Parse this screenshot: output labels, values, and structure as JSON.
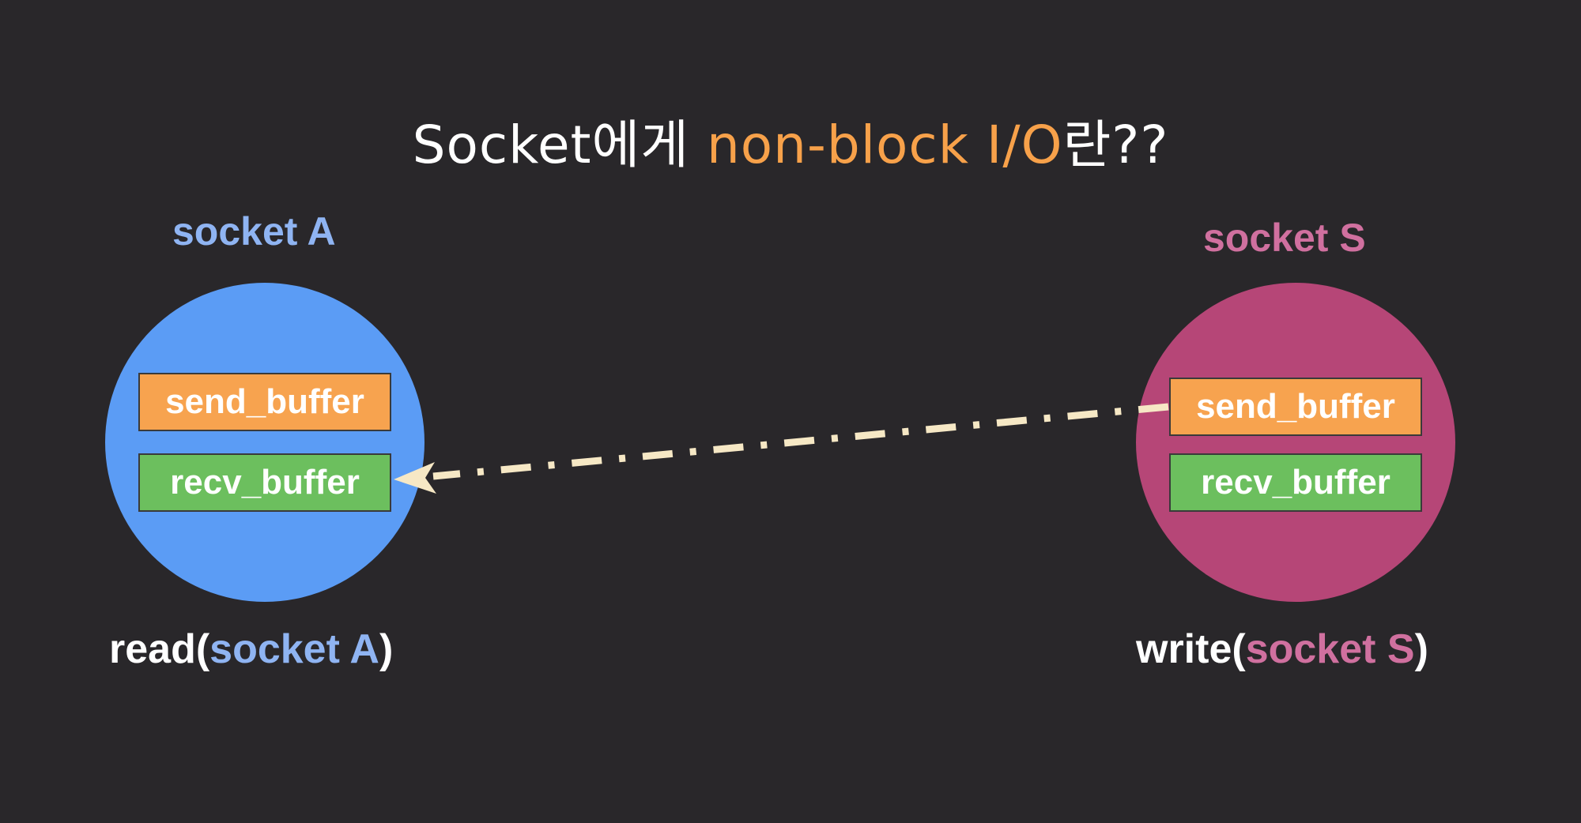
{
  "title": {
    "prefix": "Socket에게 ",
    "accent": "non-block I/O",
    "suffix": "란??"
  },
  "socket_a": {
    "label": "socket A",
    "send_buffer": "send_buffer",
    "recv_buffer": "recv_buffer",
    "call_func": "read(",
    "call_arg": "socket A",
    "call_close": ")"
  },
  "socket_s": {
    "label": "socket S",
    "send_buffer": "send_buffer",
    "recv_buffer": "recv_buffer",
    "call_func": "write(",
    "call_arg": "socket S",
    "call_close": ")"
  },
  "colors": {
    "background": "#29272a",
    "socket_a": "#5b9cf5",
    "socket_a_text": "#8fb4f2",
    "socket_s": "#b64677",
    "socket_s_text": "#d0709f",
    "send_buffer": "#f7a34f",
    "recv_buffer": "#6cbf5e",
    "accent": "#f7a14a",
    "arrow": "#f6e8c5"
  }
}
